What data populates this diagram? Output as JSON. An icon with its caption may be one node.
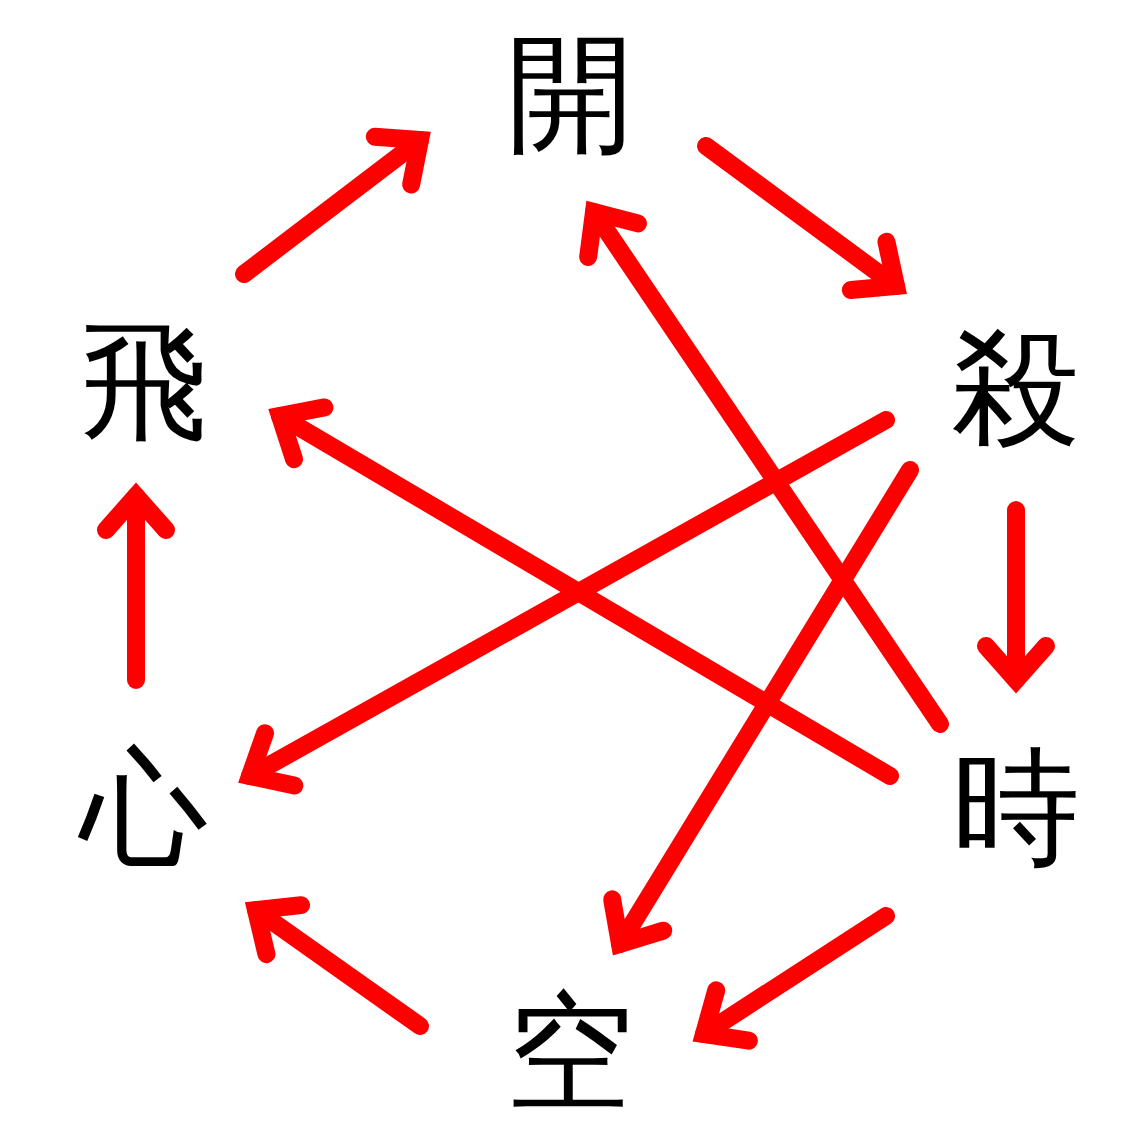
{
  "diagram": {
    "nodes": [
      {
        "text": [
          "開"
        ]
      },
      {
        "text": [
          "飛"
        ]
      },
      {
        "text": [
          "殺"
        ]
      },
      {
        "text": [
          "心"
        ]
      },
      {
        "text": [
          "時"
        ]
      },
      {
        "text": [
          "空"
        ]
      }
    ],
    "edges": [
      {
        "from": 1,
        "to": 0,
        "arrow": "to"
      },
      {
        "from": 0,
        "to": 2,
        "arrow": "to"
      },
      {
        "from": 2,
        "to": 4,
        "arrow": "to"
      },
      {
        "from": 4,
        "to": 5,
        "arrow": "to"
      },
      {
        "from": 5,
        "to": 3,
        "arrow": "to"
      },
      {
        "from": 3,
        "to": 1,
        "arrow": "to"
      },
      {
        "from": 2,
        "to": 3,
        "arrow": "to"
      },
      {
        "from": 2,
        "to": 5,
        "arrow": "to"
      },
      {
        "from": 4,
        "to": 0,
        "arrow": "to"
      },
      {
        "from": 4,
        "to": 1,
        "arrow": "to"
      }
    ]
  }
}
